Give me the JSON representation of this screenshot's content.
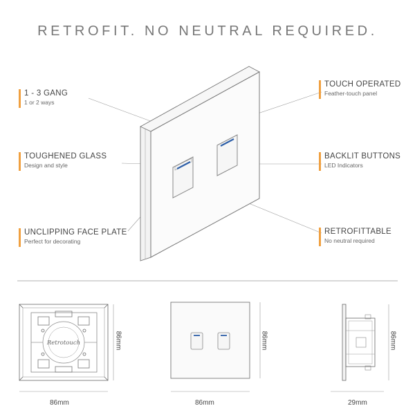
{
  "headline": "RETROFIT. NO NEUTRAL REQUIRED.",
  "callouts": {
    "gang": {
      "title": "1 - 3 GANG",
      "sub": "1 or 2 ways"
    },
    "glass": {
      "title": "TOUGHENED GLASS",
      "sub": "Design and style"
    },
    "plate": {
      "title": "UNCLIPPING FACE PLATE",
      "sub": "Perfect for decorating"
    },
    "touch": {
      "title": "TOUCH OPERATED",
      "sub": "Feather-touch panel"
    },
    "backlit": {
      "title": "BACKLIT BUTTONS",
      "sub": "LED Indicators"
    },
    "retro": {
      "title": "RETROFITTABLE",
      "sub": "No neutral required"
    }
  },
  "back_view": {
    "logo": "Retrotouch",
    "width": "86mm",
    "height": "86mm"
  },
  "front_view": {
    "width": "86mm",
    "height": "86mm"
  },
  "side_view": {
    "depth": "29mm",
    "height": "86mm"
  },
  "colors": {
    "accent": "#f0a040",
    "led": "#2d5fa8",
    "line": "#888888"
  }
}
